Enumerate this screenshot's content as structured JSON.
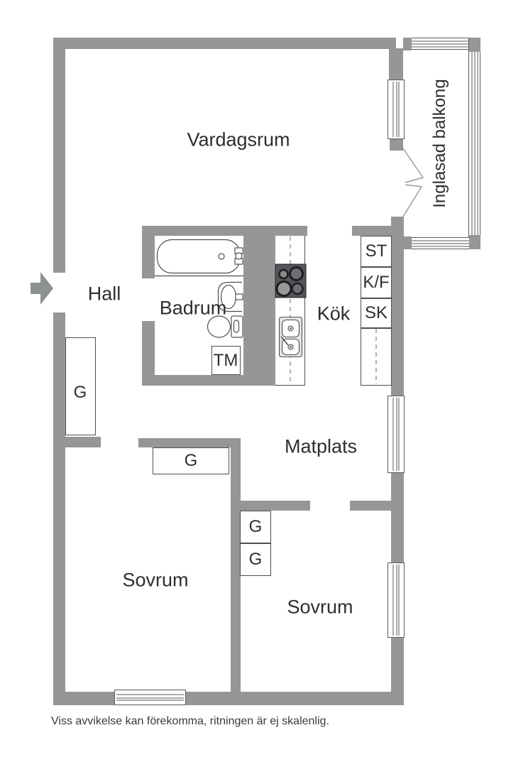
{
  "rooms": {
    "vardagsrum": "Vardagsrum",
    "inglasad_balkong": "Inglasad balkong",
    "hall": "Hall",
    "badrum": "Badrum",
    "kok": "Kök",
    "matplats": "Matplats",
    "sovrum_left": "Sovrum",
    "sovrum_right": "Sovrum"
  },
  "fixtures": {
    "st": "ST",
    "kf": "K/F",
    "sk": "SK",
    "tm": "TM",
    "g": "G"
  },
  "disclaimer": "Viss avvikelse kan förekomma, ritningen är ej skalenlig.",
  "colors": {
    "wall": "#949796",
    "line": "#4f4f4f",
    "text": "#2e2e2e"
  }
}
